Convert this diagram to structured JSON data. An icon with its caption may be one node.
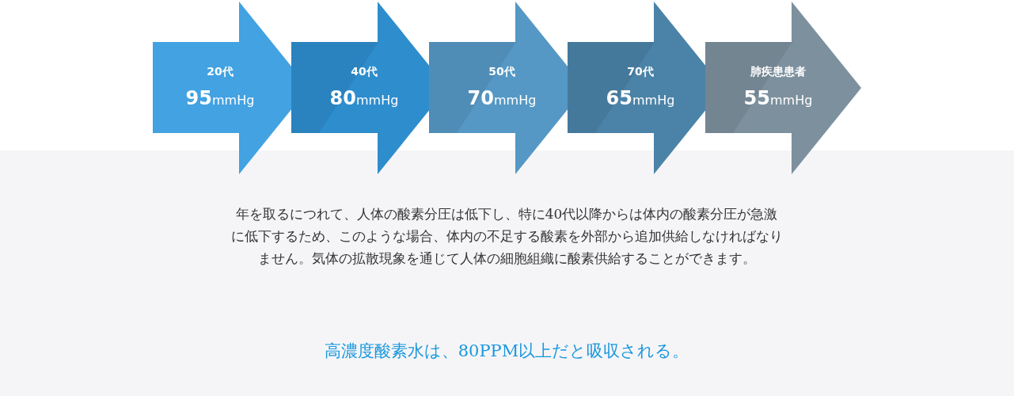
{
  "diagram": {
    "nodes": [
      {
        "text": [
          "20代",
          "**95**mmHg"
        ]
      },
      {
        "text": [
          "40代",
          "**80**mmHg"
        ]
      },
      {
        "text": [
          "50代",
          "**70**mmHg"
        ]
      },
      {
        "text": [
          "70代",
          "**65**mmHg"
        ]
      },
      {
        "text": [
          "肺疾患患者",
          "**55**mmHg"
        ]
      },
      {
        "text": [
          "年を取るにつれて、人体の酸素分圧は低下し、特に40代以降からは体内の酸素分圧が急激に低下するため、このような場合、体内の不足する酸素を外部から追加供給しなければなりません。気体の拡散現象を通じて人体の細胞組織に酸素供給することができます。",
          "高濃度酸素水は、80PPM以上だと吸収される。"
        ]
      }
    ]
  }
}
